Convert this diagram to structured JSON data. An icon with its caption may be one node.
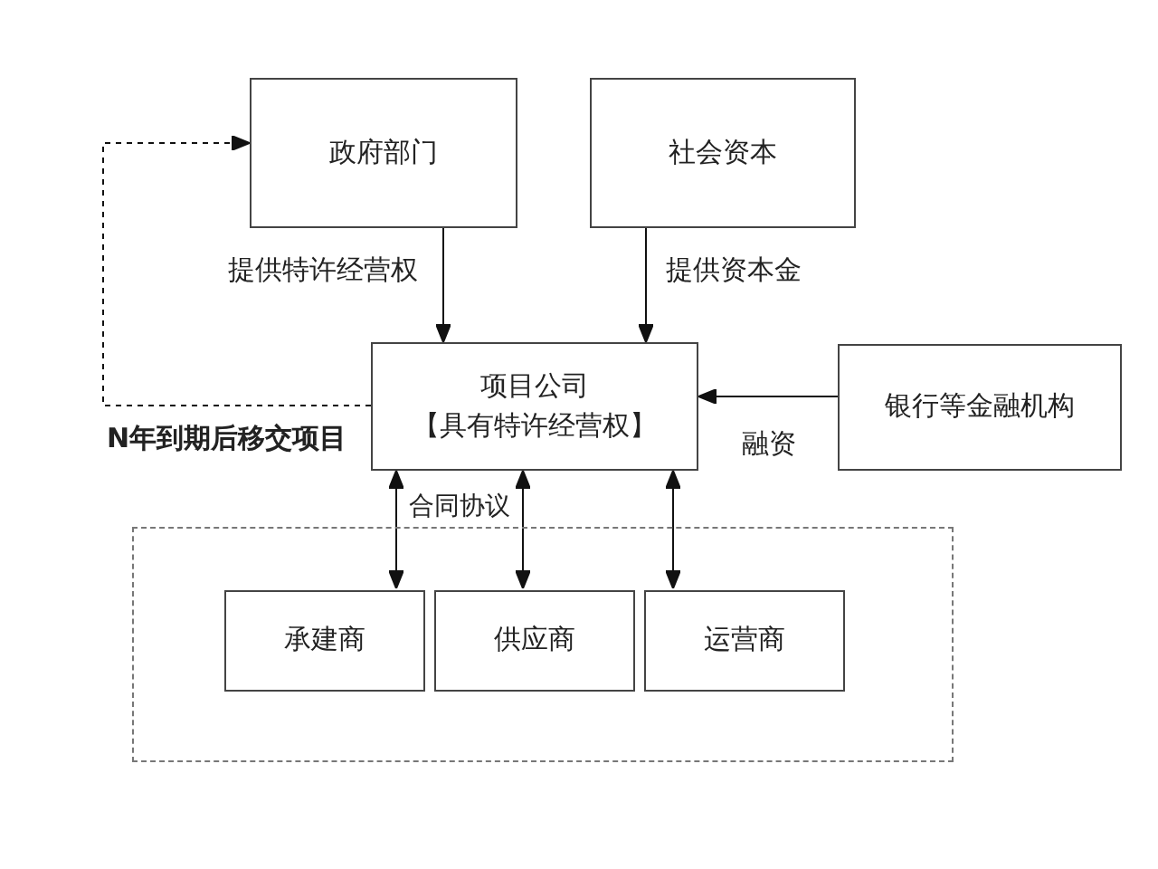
{
  "diagram": {
    "nodes": [
      {
        "text": [
          "政府部门"
        ]
      },
      {
        "text": [
          "社会资本"
        ]
      },
      {
        "text": [
          "项目公司",
          "【具有特许经营权】"
        ]
      },
      {
        "text": [
          "银行等金融机构"
        ]
      },
      {
        "text": [],
        "shape": "box"
      },
      {
        "text": [
          "承建商"
        ],
        "in": 4
      },
      {
        "text": [
          "供应商"
        ],
        "in": 4
      },
      {
        "text": [
          "运营商"
        ],
        "in": 4
      }
    ],
    "edges": [
      {
        "from": 0,
        "to": 2,
        "arrow": "to",
        "label": "提供特许经营权"
      },
      {
        "from": 1,
        "to": 2,
        "arrow": "to",
        "label": "提供资本金"
      },
      {
        "from": 3,
        "to": 2,
        "arrow": "to",
        "label": "融资"
      },
      {
        "from": 2,
        "to": 0,
        "arrow": "to",
        "style": "dashed",
        "label": "N年到期后移交项目"
      },
      {
        "from": 2,
        "to": 5,
        "arrow": "both",
        "label": "合同协议"
      },
      {
        "from": 2,
        "to": 6,
        "arrow": "both"
      },
      {
        "from": 2,
        "to": 7,
        "arrow": "both"
      }
    ]
  }
}
